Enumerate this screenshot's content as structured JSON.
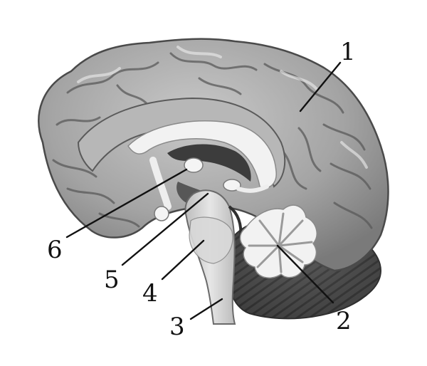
{
  "labels": [
    "1",
    "2",
    "3",
    "4",
    "5",
    "6"
  ],
  "colors": {
    "background": "#ffffff",
    "cortex": "#a9a9a9",
    "cortex_shadow": "#6e6e6e",
    "white_matter": "#eeeeee",
    "cerebellum": "#4a4a4a",
    "label_ink": "#111111"
  }
}
